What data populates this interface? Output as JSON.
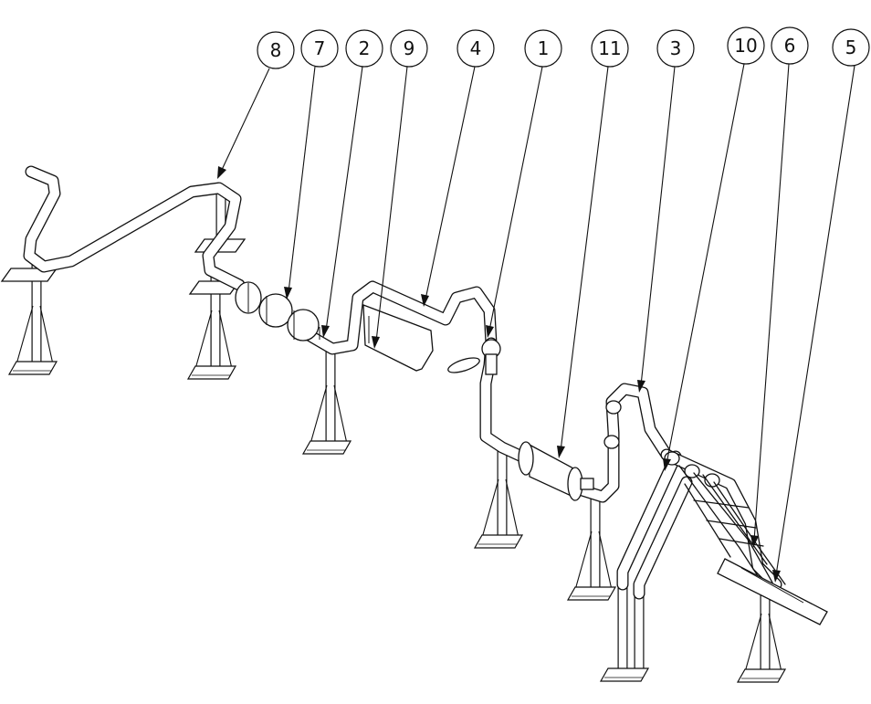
{
  "callouts": [
    "8",
    "7",
    "2",
    "9",
    "4",
    "1",
    "11",
    "3",
    "10",
    "6",
    "5"
  ]
}
